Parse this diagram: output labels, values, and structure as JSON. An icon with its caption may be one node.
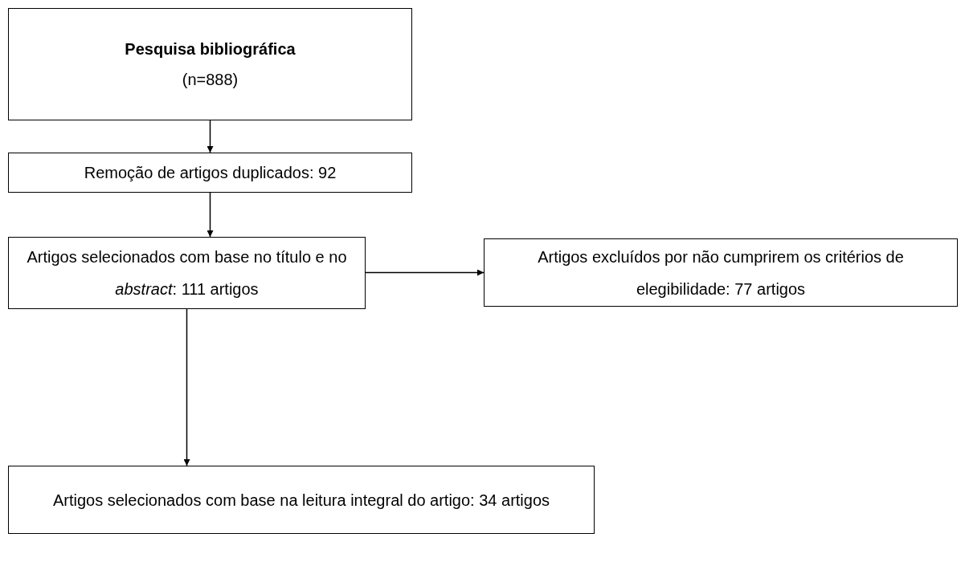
{
  "diagram": {
    "nodes": [
      {
        "text": [
          "Pesquisa bibliográfica",
          "(n=888)"
        ]
      },
      {
        "text": [
          "Remoção de artigos duplicados: 92"
        ]
      },
      {
        "text": [
          "Artigos selecionados com base no título e no *abstract*: 111 artigos"
        ]
      },
      {
        "text": [
          "Artigos excluídos por não cumprirem os critérios de elegibilidade: 77 artigos"
        ]
      },
      {
        "text": [
          "Artigos selecionados com base na leitura integral do artigo: 34 artigos"
        ]
      }
    ],
    "edges": [
      {
        "from": 0,
        "to": 1,
        "arrow": "to"
      },
      {
        "from": 1,
        "to": 2,
        "arrow": "to"
      },
      {
        "from": 2,
        "to": 3,
        "arrow": "to"
      },
      {
        "from": 2,
        "to": 4,
        "arrow": "to"
      }
    ]
  }
}
